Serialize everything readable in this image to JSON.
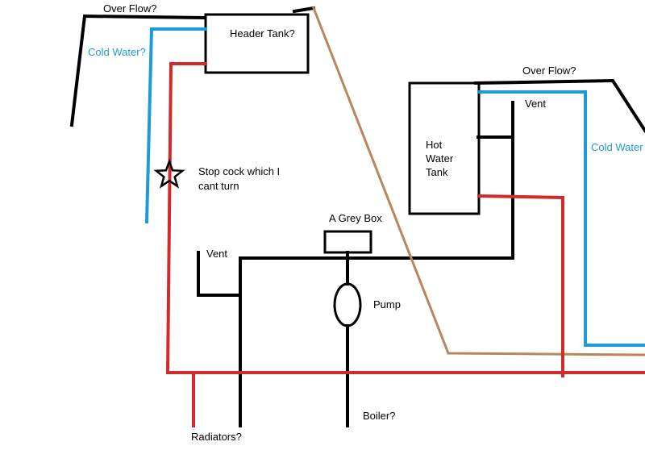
{
  "colors": {
    "black": "#000000",
    "cold_water": "#1e9bd4",
    "hot_water": "#d22b2b",
    "feed_pipe": "#b8865a",
    "background": "#ffffff"
  },
  "labels": {
    "overflow_left": "Over Flow?",
    "header_tank": "Header Tank?",
    "cold_water_left": "Cold Water?",
    "stop_cock_line1": "Stop cock which I",
    "stop_cock_line2": "cant turn",
    "overflow_right": "Over Flow?",
    "vent_right": "Vent",
    "hot_water_tank_line1": "Hot",
    "hot_water_tank_line2": "Water",
    "hot_water_tank_line3": "Tank",
    "cold_water_right": "Cold Water",
    "grey_box": "A Grey Box",
    "vent_left": "Vent",
    "pump": "Pump",
    "boiler": "Boiler?",
    "radiators": "Radiators?"
  },
  "icons": {
    "stop_cock": "star-icon"
  }
}
